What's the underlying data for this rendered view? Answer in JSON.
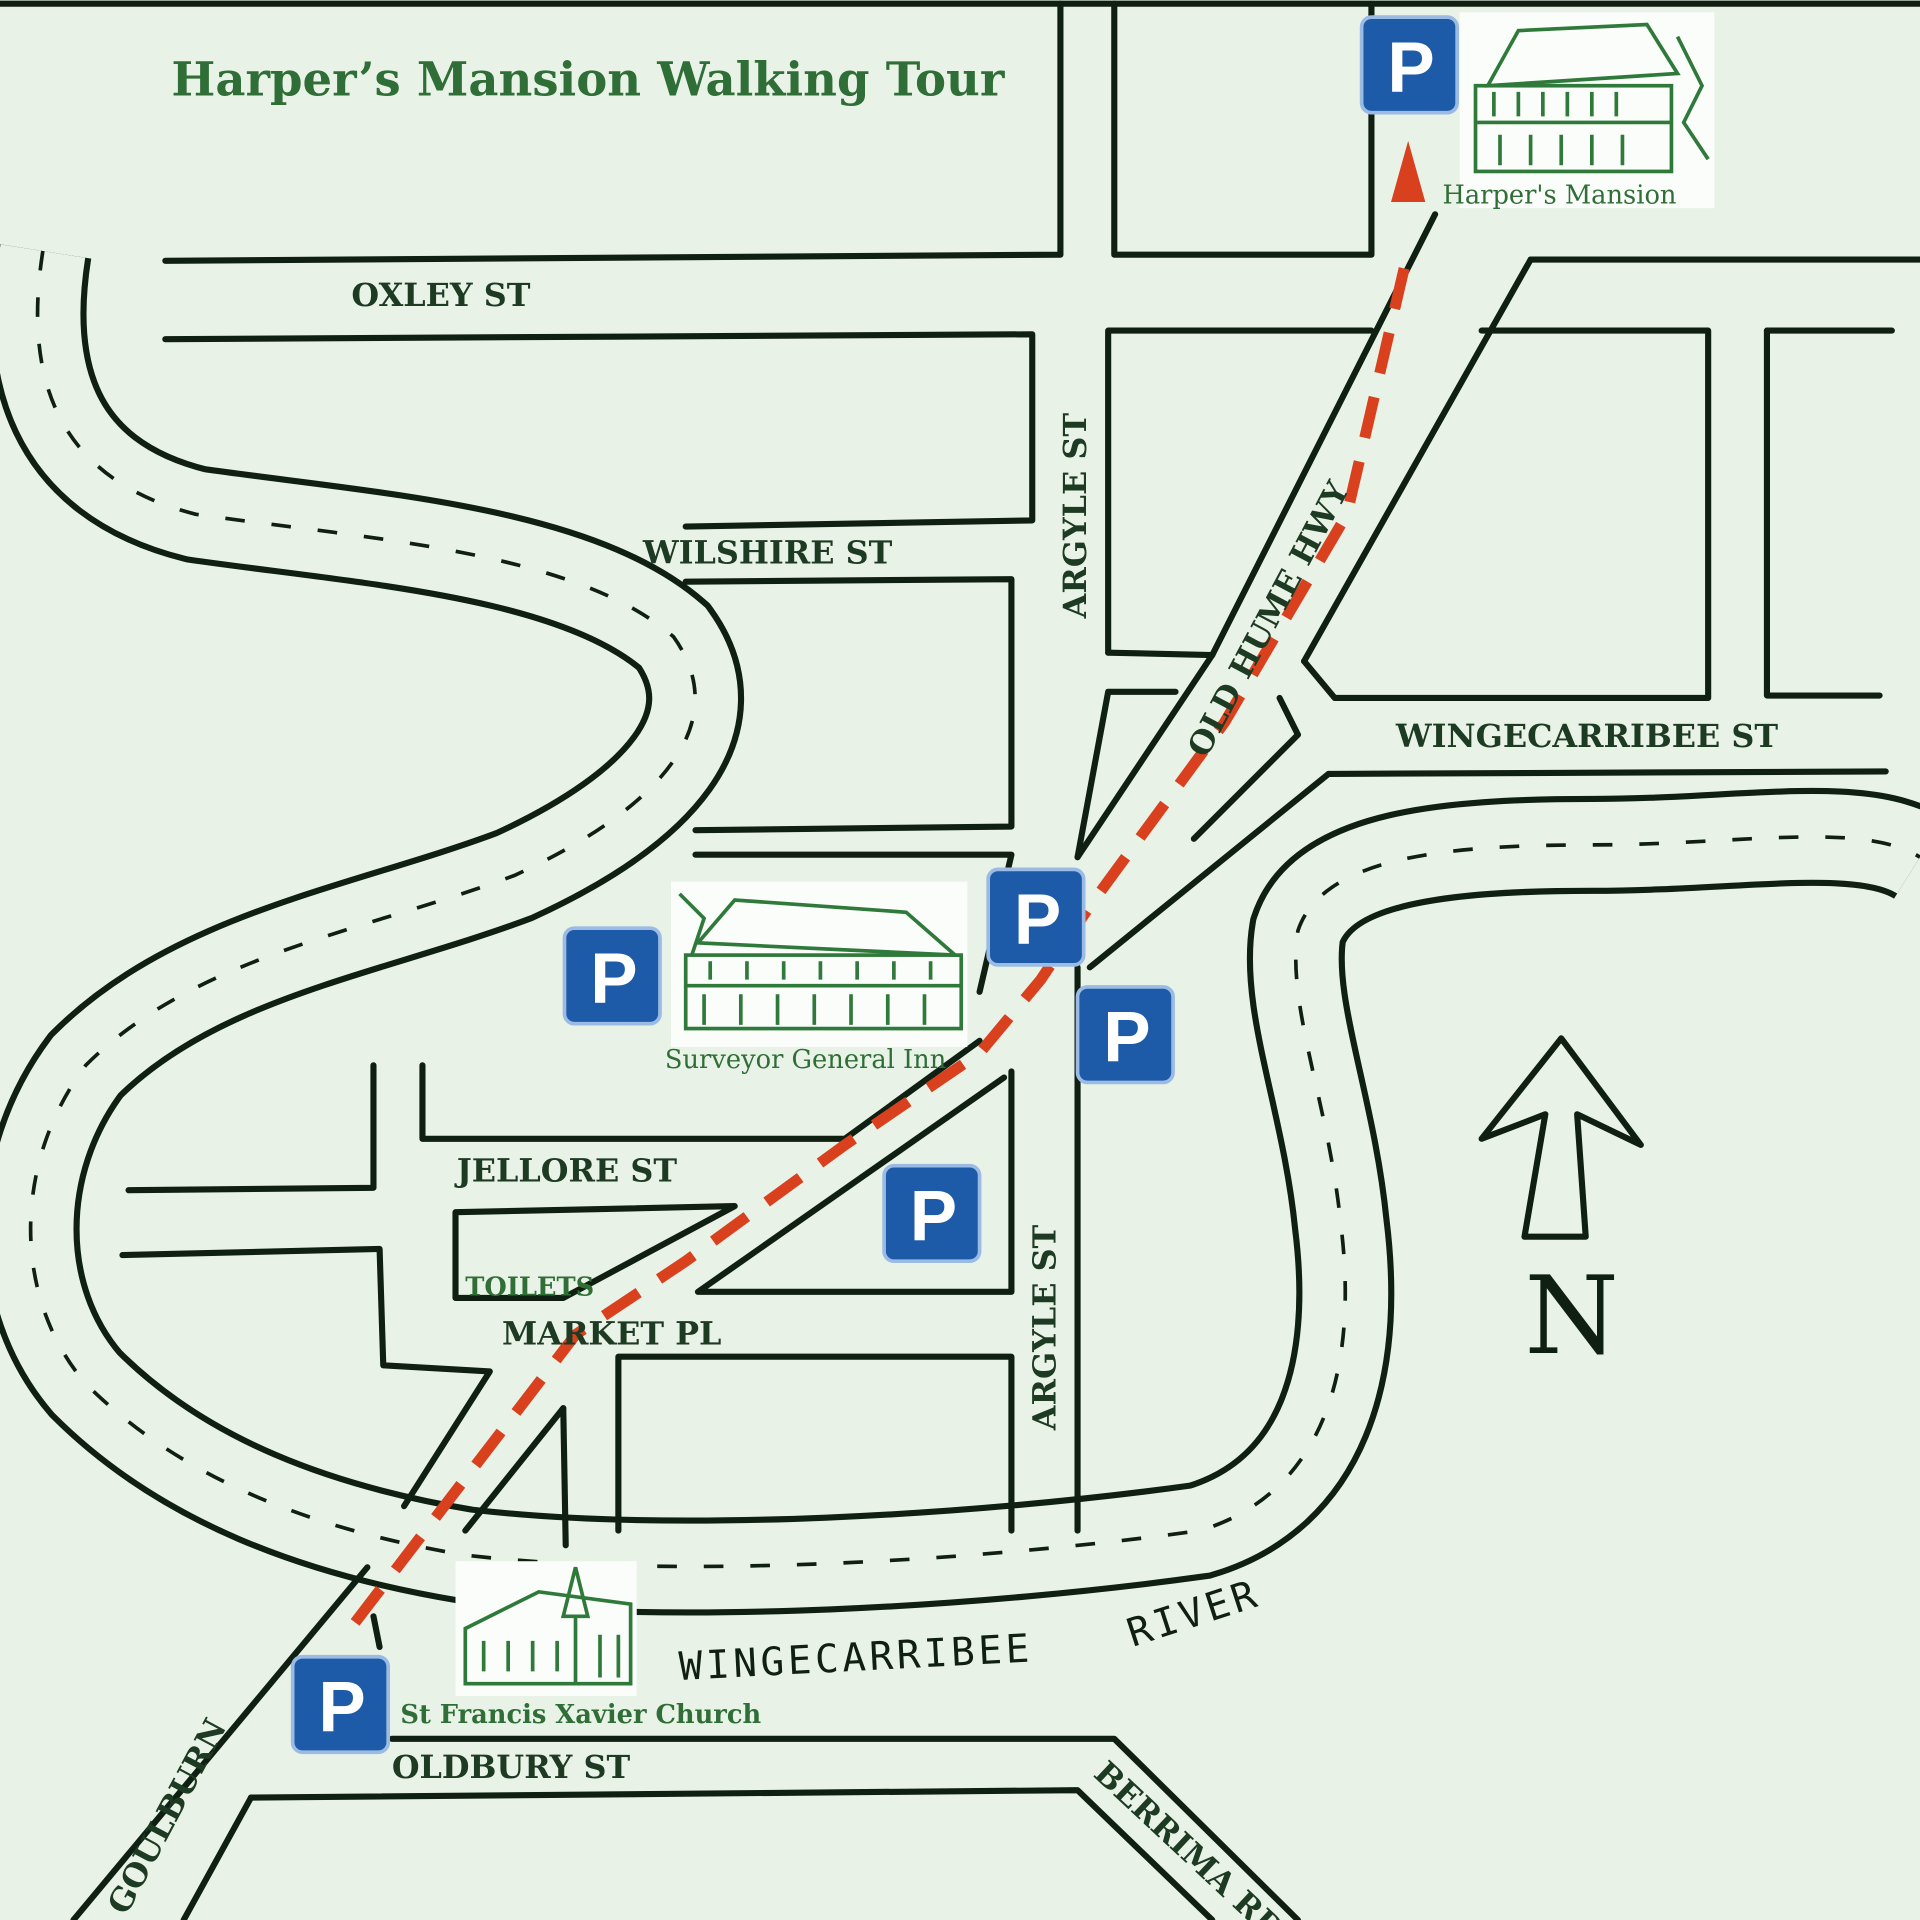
{
  "map": {
    "title": "Harper’s Mansion Walking Tour",
    "streets": {
      "oxley": "OXLEY ST",
      "wilshire": "WILSHIRE ST",
      "argyle_north": "ARGYLE ST",
      "argyle_south": "ARGYLE ST",
      "old_hume": "OLD HUME HWY",
      "wingecarribee_st": "WINGECARRIBEE ST",
      "jellore": "JELLORE ST",
      "market": "MARKET PL",
      "oldbury": "OLDBURY ST",
      "goulburn": "GOULBURN",
      "berrima": "BERRIMA RD"
    },
    "river_label_1": "WINGECARRIBEE",
    "river_label_2": "RIVER",
    "toilets": "TOILETS",
    "landmarks": {
      "harpers": "Harper's Mansion",
      "surveyor": "Surveyor General Inn",
      "church": "St Francis Xavier Church"
    },
    "parking_label": "P",
    "north_label": "N",
    "colors": {
      "route": "#d9411e",
      "parking": "#1d5ba8",
      "ink": "#0f1f12",
      "green": "#2f6e36"
    }
  }
}
